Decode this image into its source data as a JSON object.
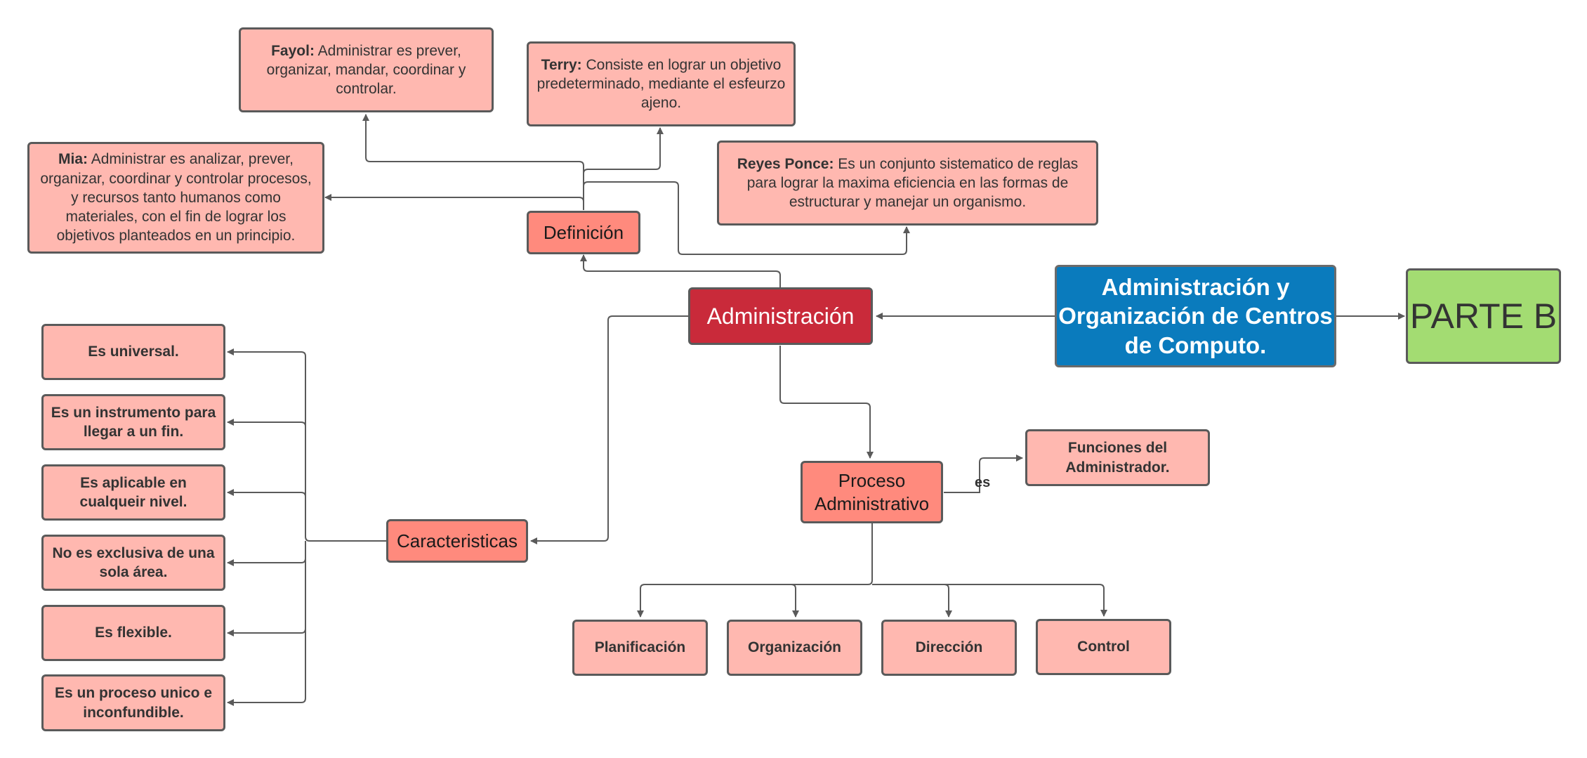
{
  "colors": {
    "title_bg": "#0a7bbd",
    "main_bg": "#c92a3a",
    "sub_bg": "#ff8a7d",
    "leaf_bg": "#ffb8b0",
    "part_bg": "#a3dc72",
    "line": "#5a5a5a"
  },
  "nodes": {
    "title": "Administración y Organización de Centros de Computo.",
    "part": "PARTE B",
    "main": "Administración",
    "definicion": "Definición",
    "caracteristicas": "Caracteristicas",
    "proceso": "Proceso Administrativo",
    "funciones": "Funciones del Administrador."
  },
  "connector_label": "es",
  "definitions": {
    "fayol": {
      "author": "Fayol:",
      "text": " Administrar es prever, organizar, mandar, coordinar y controlar."
    },
    "terry": {
      "author": "Terry:",
      "text": " Consiste en lograr un objetivo predeterminado, mediante el esfeurzo ajeno."
    },
    "mia": {
      "author": "Mia:",
      "text": " Administrar es analizar, prever, organizar, coordinar y controlar procesos, y recursos tanto humanos como materiales, con el fin de lograr los objetivos planteados en un principio."
    },
    "reyes": {
      "author": "Reyes Ponce:",
      "text": " Es un conjunto sistematico de reglas para lograr la maxima eficiencia en las formas de estructurar y manejar un organismo."
    }
  },
  "features": [
    "Es universal.",
    "Es un instrumento para llegar a un fin.",
    "Es aplicable en cualqueir nivel.",
    "No es exclusiva de una sola área.",
    "Es flexible.",
    "Es un proceso unico e inconfundible."
  ],
  "stages": [
    "Planificación",
    "Organización",
    "Dirección",
    "Control"
  ]
}
